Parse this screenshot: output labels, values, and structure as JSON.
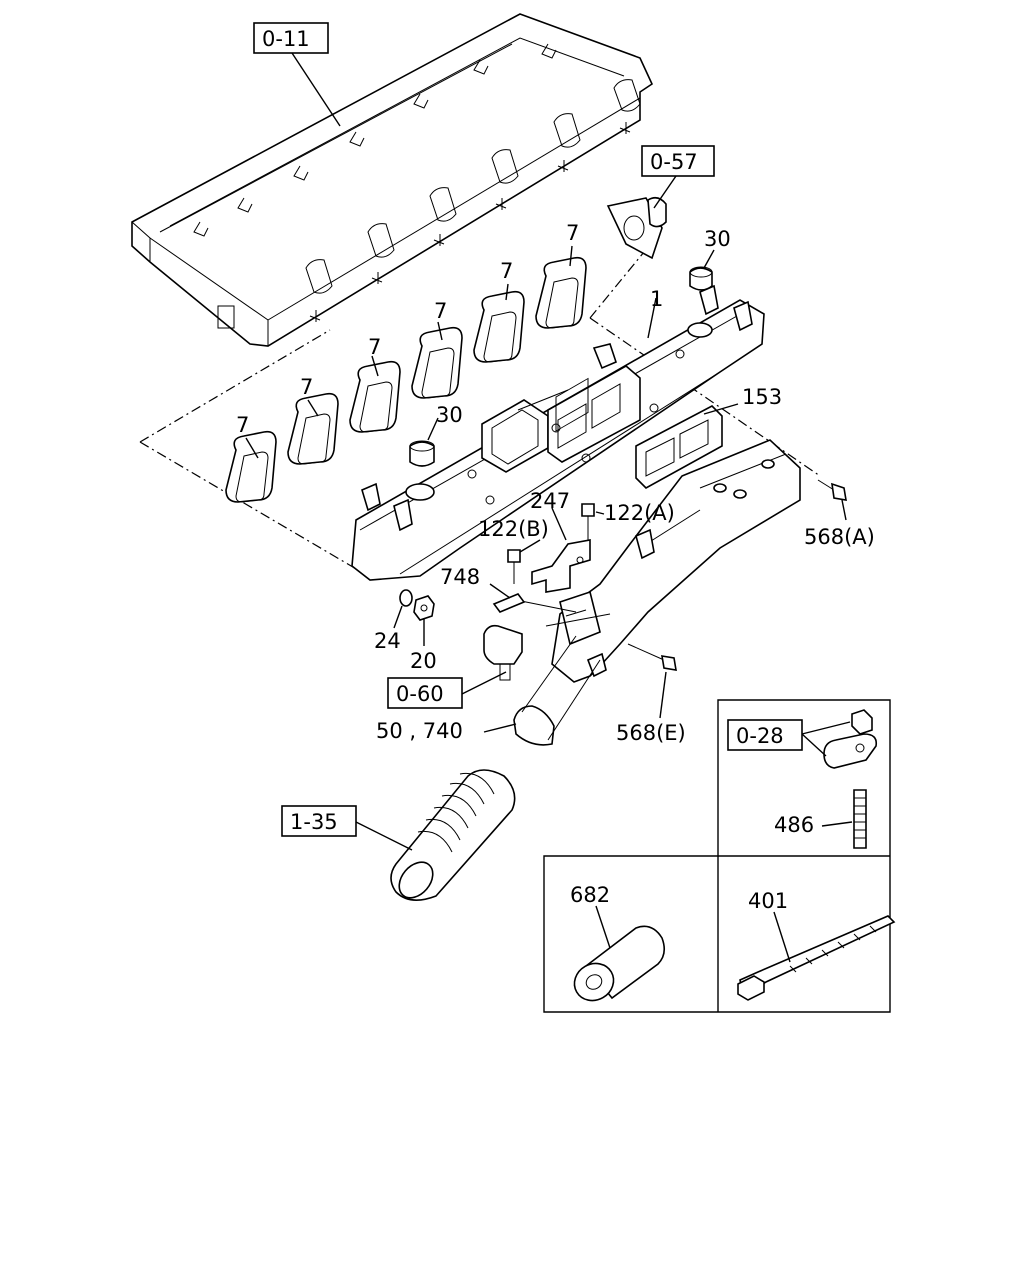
{
  "ref_boxes": {
    "head": "0-11",
    "egr": "0-57",
    "sensor": "0-60",
    "clip_ref": "0-28",
    "hose": "1-35"
  },
  "callouts": {
    "gasket_1": "7",
    "gasket_2": "7",
    "gasket_3": "7",
    "gasket_4": "7",
    "gasket_5": "7",
    "gasket_6": "7",
    "manifold": "1",
    "cap_top": "30",
    "cap_mid": "30",
    "gasket_plate": "153",
    "bracket": "247",
    "bolt_122a": "122(A)",
    "bolt_122b": "122(B)",
    "bolt_568a": "568(A)",
    "bolt_568e": "568(E)",
    "plate_748": "748",
    "washer_24": "24",
    "nut_20": "20",
    "pipe_50_740": "50 , 740",
    "stud_486": "486",
    "sleeve_682": "682",
    "tie_401": "401"
  },
  "icons": [
    "cylinder-head-icon",
    "exhaust-manifold-icon",
    "gasket-icon",
    "bolt-icon",
    "nut-icon",
    "hose-icon",
    "cable-tie-icon",
    "sleeve-icon",
    "stud-icon"
  ]
}
